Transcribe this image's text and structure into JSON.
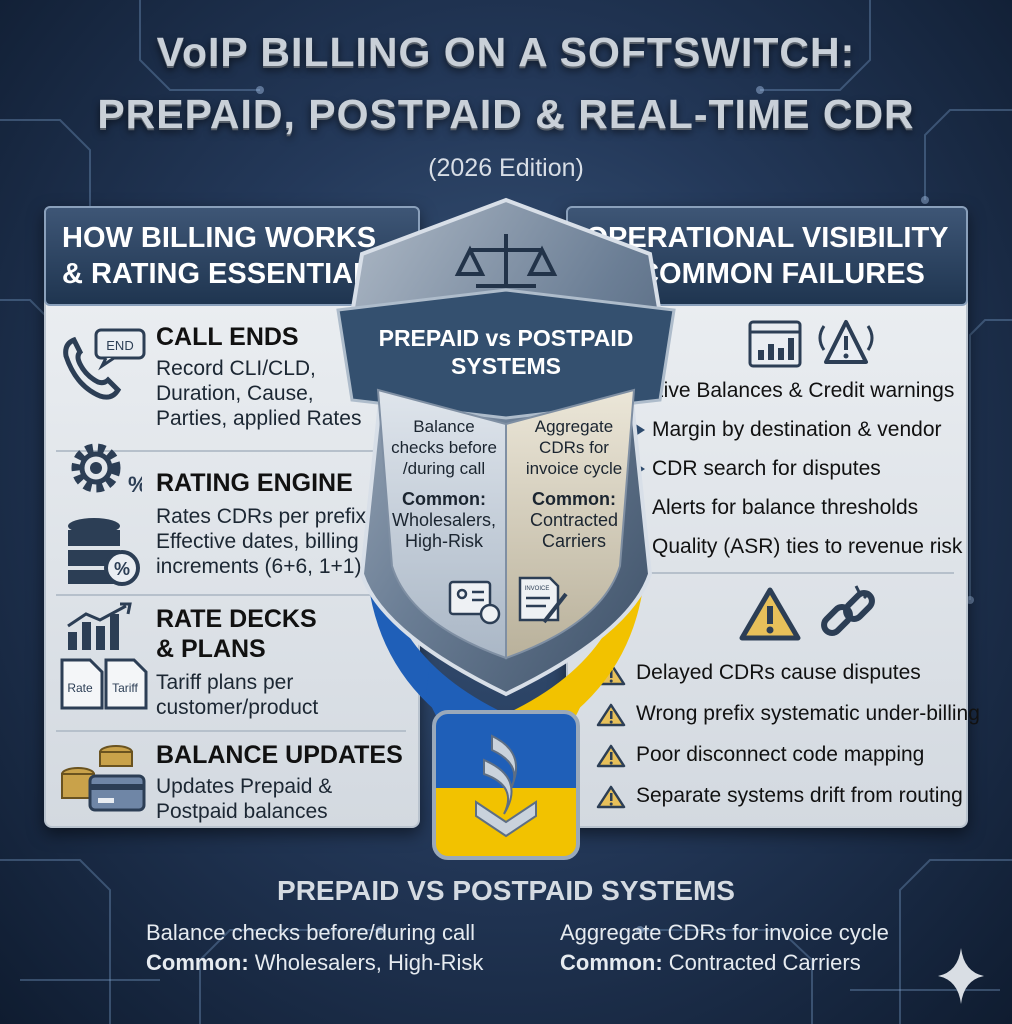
{
  "title_line1": "VoIP BILLING ON A SOFTSWITCH:",
  "title_line2": "PREPAID, POSTPAID & REAL-TIME CDR",
  "edition": "(2026 Edition)",
  "left_panel": {
    "heading_line1": "HOW BILLING WORKS",
    "heading_line2": "& RATING ESSENTIALS",
    "call_ends": {
      "title": "CALL ENDS",
      "icon_label": "END",
      "lines": [
        "Record CLI/CLD,",
        "Duration, Cause,",
        "Parties, applied Rates"
      ]
    },
    "rating_engine": {
      "title": "RATING ENGINE",
      "lines": [
        "Rates CDRs per prefix",
        "Effective dates, billing",
        "increments (6+6, 1+1)"
      ]
    },
    "rate_decks": {
      "title_line1": "RATE DECKS",
      "title_line2": "& PLANS",
      "doc1_label": "Rate",
      "doc2_label": "Tariff",
      "lines": [
        "Tariff plans per",
        "customer/product"
      ]
    },
    "balance_updates": {
      "title": "BALANCE UPDATES",
      "lines": [
        "Updates Prepaid &",
        "Postpaid balances"
      ]
    }
  },
  "shield": {
    "title_line1": "PREPAID vs POSTPAID",
    "title_line2": "SYSTEMS",
    "prepaid_lines": [
      "Balance",
      "checks before",
      "/during call"
    ],
    "prepaid_common_label": "Common:",
    "prepaid_common_lines": [
      "Wholesalers,",
      "High-Risk"
    ],
    "postpaid_lines": [
      "Aggregate",
      "CDRs for",
      "invoice cycle"
    ],
    "postpaid_common_label": "Common:",
    "postpaid_common_lines": [
      "Contracted",
      "Carriers"
    ],
    "invoice_label": "INVOICE"
  },
  "right_panel": {
    "heading_line1": "OPERATIONAL VISIBILITY",
    "heading_line2": "& COMMON FAILURES",
    "visibility_items": [
      "Live Balances & Credit warnings",
      "Margin by destination & vendor",
      "CDR search for disputes",
      "Alerts for balance thresholds",
      "Quality (ASR) ties to revenue risk"
    ],
    "failure_items": [
      "Delayed CDRs cause disputes",
      "Wrong prefix systematic under-billing",
      "Poor disconnect code mapping",
      "Separate systems drift from routing"
    ]
  },
  "bottom": {
    "title": "PREPAID VS POSTPAID SYSTEMS",
    "left_line1": "Balance checks before/during call",
    "left_common_label": "Common:",
    "left_common_value": " Wholesalers, High-Risk",
    "right_line1": "Aggregate CDRs for invoice cycle",
    "right_common_label": "Common:",
    "right_common_value": " Contracted Carriers"
  },
  "colors": {
    "accent_yellow": "#f2c200",
    "accent_blue": "#1f5fb8",
    "panel_head": "#2b4262"
  }
}
